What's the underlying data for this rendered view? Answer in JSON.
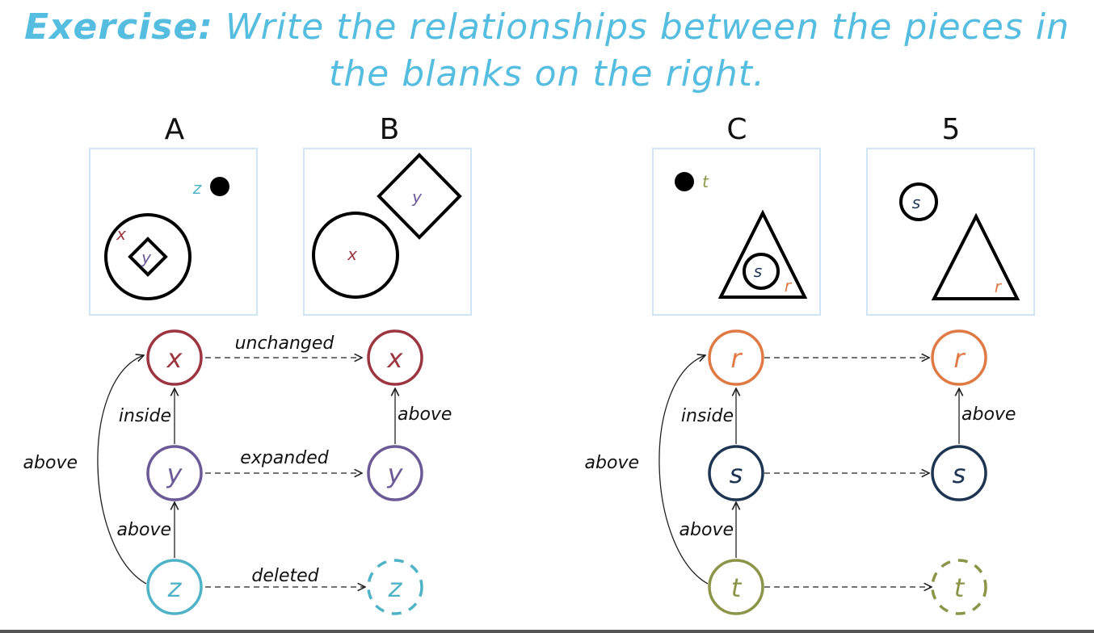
{
  "title": {
    "bold": "Exercise:",
    "rest": " Write the relationships between the pieces in",
    "line2": "the blanks on the right."
  },
  "panels": [
    {
      "label": "A"
    },
    {
      "label": "B"
    },
    {
      "label": "C"
    },
    {
      "label": "5"
    }
  ],
  "panel_pieces": {
    "a_z": "z",
    "a_x": "x",
    "a_y": "y",
    "b_y": "y",
    "b_x": "x",
    "c_t": "t",
    "c_s": "s",
    "c_r": "r",
    "d_s": "s",
    "d_r": "r"
  },
  "graph_left": {
    "nodes": {
      "x1": "x",
      "y1": "y",
      "z1": "z",
      "x2": "x",
      "y2": "y",
      "z2": "z"
    },
    "edges": {
      "unchanged": "unchanged",
      "expanded": "expanded",
      "deleted": "deleted",
      "inside": "inside",
      "above_yz": "above",
      "above_curve": "above",
      "above_right": "above"
    }
  },
  "graph_right": {
    "nodes": {
      "r1": "r",
      "s1": "s",
      "t1": "t",
      "r2": "r",
      "s2": "s",
      "t2": "t"
    },
    "edges": {
      "inside": "inside",
      "above_st": "above",
      "above_curve": "above",
      "above_right": "above"
    }
  },
  "colors": {
    "title": "#55bde0",
    "x": "#9b3540",
    "y": "#6b5a95",
    "z": "#4fb3c8",
    "r": "#e07a45",
    "s": "#1d3552",
    "t": "#8a9548",
    "panel_border": "#cfe7f5"
  }
}
